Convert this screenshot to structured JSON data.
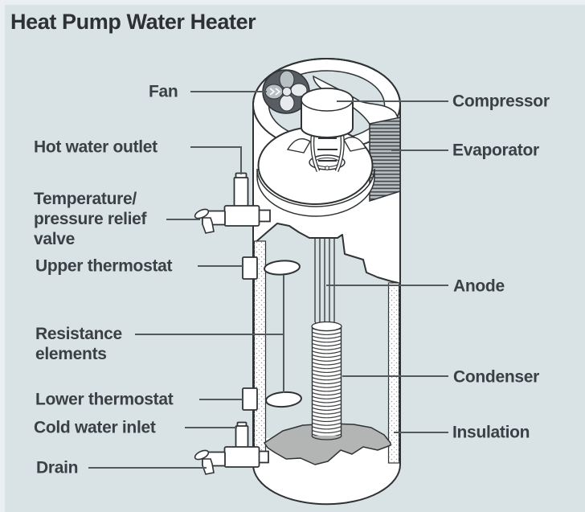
{
  "title": "Heat Pump Water Heater",
  "labels": {
    "fan": "Fan",
    "compressor": "Compressor",
    "evaporator": "Evaporator",
    "hot_water_outlet": "Hot water outlet",
    "tp_relief_line1": "Temperature/",
    "tp_relief_line2": "pressure relief",
    "tp_relief_line3": "valve",
    "upper_thermostat": "Upper thermostat",
    "resistance_line1": "Resistance",
    "resistance_line2": "elements",
    "lower_thermostat": "Lower thermostat",
    "cold_water_inlet": "Cold water inlet",
    "drain": "Drain",
    "anode": "Anode",
    "condenser": "Condenser",
    "insulation": "Insulation"
  },
  "colors": {
    "background": "#d9e2e5",
    "line_art": "#303335",
    "label_text": "#3b4045",
    "leader_line": "#53595d",
    "sediment_gray": "#b3b4b4",
    "evaporator_gray": "#b6bdc1",
    "fan_dark": "#575d62"
  }
}
